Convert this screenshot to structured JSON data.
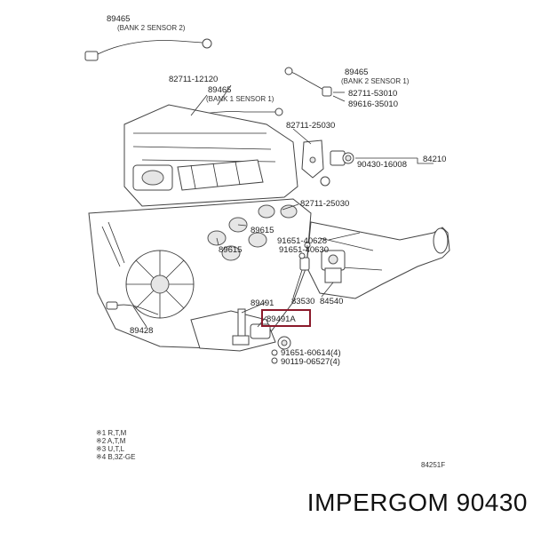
{
  "labels": {
    "p89465_top": "89465",
    "bank_sensor_2": "(BANK 2 SENSOR 2)",
    "p89465_right": "89465",
    "bank2_sensor1": "(BANK 2 SENSOR 1)",
    "p82711_53010": "82711-53010",
    "p89616_35010": "89616-35010",
    "p82711_12120": "82711-12120",
    "p89465_mid": "89465",
    "bank_sensor_mid": "(BANK 1 SENSOR 1)",
    "p82711_25030a": "82711-25030",
    "p84210": "84210",
    "p90430_16008": "90430-16008",
    "p82711_25030b": "82711-25030",
    "p89615_a": "89615",
    "p89615_b": "89615",
    "p91651_40628": "91651-40628",
    "p91651_40630": "91651-40630",
    "p89491": "89491",
    "p83530": "83530",
    "p84540": "84540",
    "p89428": "89428",
    "p89491a": "89491A",
    "p91651_60614": "91651-60614(4)",
    "p90119_06527": "90119-06527(4)",
    "legend1": "※1 R,T,M",
    "legend2": "※2 A,T,M",
    "legend3": "※3 U,T,L",
    "legend4": "※4 B,3Z-GE",
    "code": "84251F"
  },
  "highlight_color": "#8b1a2b",
  "brand": "IMPERGOM 90430"
}
